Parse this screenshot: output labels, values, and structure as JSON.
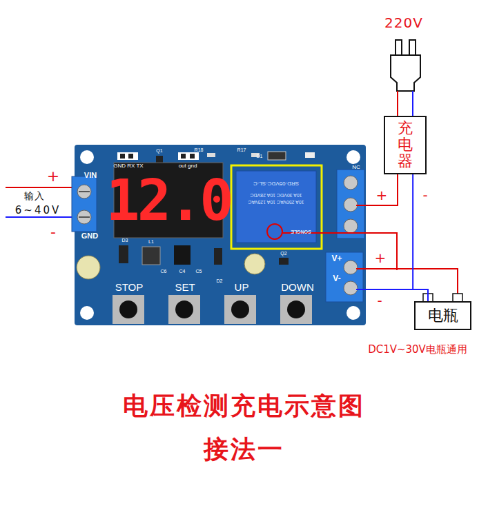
{
  "diagram": {
    "title": "电压检测充电示意图",
    "caption": "接法一",
    "nodes": [
      {
        "text": [
          "充电器"
        ]
      },
      {
        "text": [
          "电瓶"
        ]
      }
    ],
    "edges": [
      {
        "from": 0,
        "to": 1,
        "arrow": "none"
      }
    ],
    "labels": [
      "220V",
      "+",
      "输入",
      "6~40V",
      "-",
      "GND RX TX",
      "out gnd",
      "Q1",
      "R18",
      "R17",
      "D1",
      "NC",
      "VIN",
      "12.0",
      "SRD-05VDC-SL-C",
      "10A 250VAC 10A 125VAC",
      "10A 30VDC 10A 28VDC",
      "SONGLE",
      "GND",
      "D3",
      "L1",
      "C6",
      "C4",
      "C5",
      "D2",
      "Q2",
      "STOP",
      "SET",
      "UP",
      "DOWN",
      "V+",
      "V-",
      "+",
      "-",
      "+",
      "-",
      "DC1V~30V电瓶通用"
    ]
  }
}
